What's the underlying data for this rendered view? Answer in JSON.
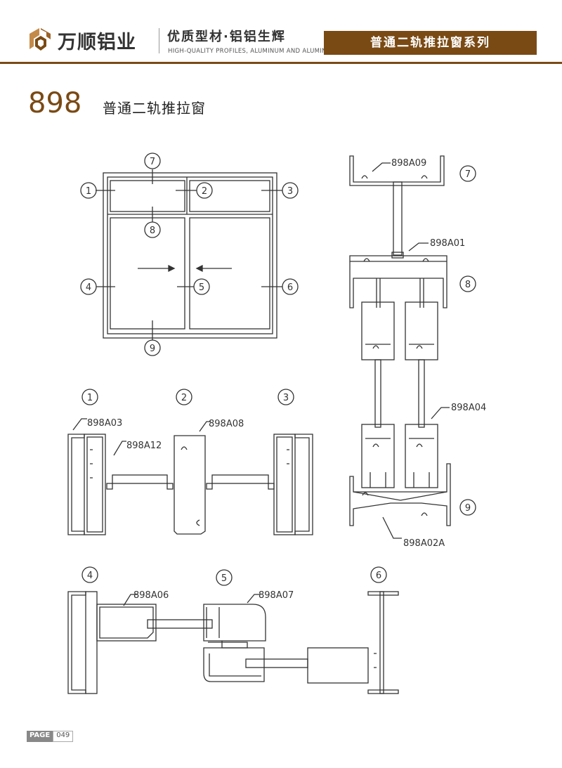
{
  "header": {
    "brand": "万顺铝业",
    "slogan": "优质型材·铝铝生辉",
    "slogan_en": "HIGH-QUALITY PROFILES, ALUMINUM AND ALUMINUM",
    "series": "普通二轨推拉窗系列",
    "accent_color": "#7a4a14"
  },
  "title": {
    "number": "898",
    "name": "普通二轨推拉窗"
  },
  "callouts": [
    "1",
    "2",
    "3",
    "4",
    "5",
    "6",
    "7",
    "8",
    "9"
  ],
  "profiles": {
    "a01": "898A01",
    "a02a": "898A02A",
    "a03": "898A03",
    "a04": "898A04",
    "a06": "898A06",
    "a07": "898A07",
    "a08": "898A08",
    "a09": "898A09",
    "a12": "898A12"
  },
  "footer": {
    "label": "PAGE",
    "number": "049"
  }
}
